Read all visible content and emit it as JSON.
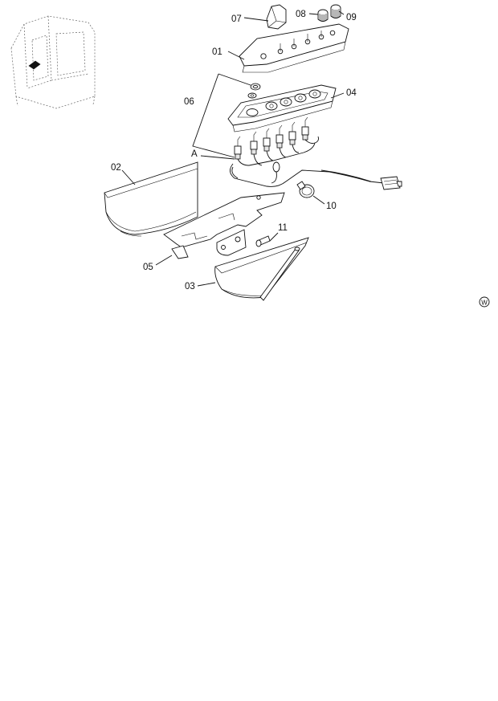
{
  "callouts": {
    "p01": "01",
    "p02": "02",
    "p03": "03",
    "p04": "04",
    "p05": "05",
    "p06": "06",
    "p07": "07",
    "p08": "08",
    "p09": "09",
    "p10": "10",
    "p11": "11",
    "view_a": "A"
  },
  "corner_mark": "W"
}
